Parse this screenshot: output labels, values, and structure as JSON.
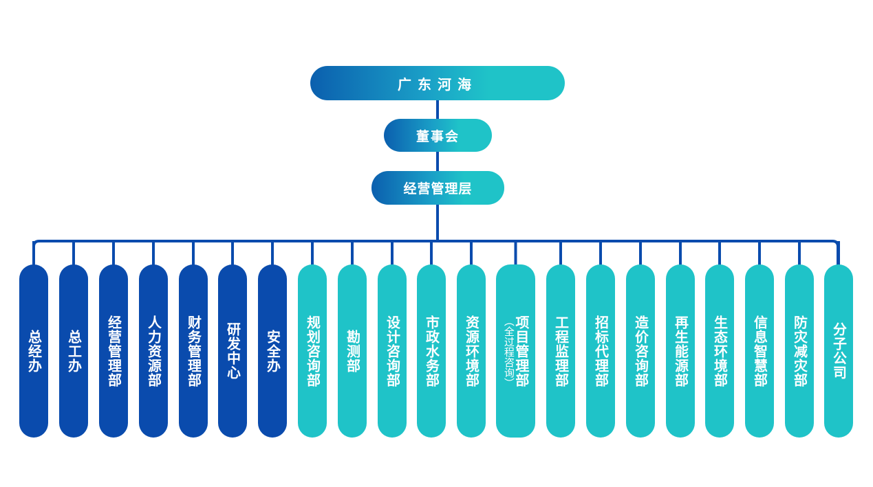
{
  "organization": {
    "company": "广东河海",
    "board": "董事会",
    "management": "经营管理层"
  },
  "departments": [
    {
      "label": "总经办",
      "group": "office"
    },
    {
      "label": "总工办",
      "group": "office"
    },
    {
      "label": "经营管理部",
      "group": "office"
    },
    {
      "label": "人力资源部",
      "group": "office"
    },
    {
      "label": "财务管理部",
      "group": "office"
    },
    {
      "label": "研发中心",
      "group": "office"
    },
    {
      "label": "安全办",
      "group": "office"
    },
    {
      "label": "规划咨询部",
      "group": "business"
    },
    {
      "label": "勘测部",
      "group": "business"
    },
    {
      "label": "设计咨询部",
      "group": "business"
    },
    {
      "label": "市政水务部",
      "group": "business"
    },
    {
      "label": "资源环境部",
      "group": "business"
    },
    {
      "label": "项目管理部",
      "sublabel": "（全过程咨询）",
      "group": "business"
    },
    {
      "label": "工程监理部",
      "group": "business"
    },
    {
      "label": "招标代理部",
      "group": "business"
    },
    {
      "label": "造价咨询部",
      "group": "business"
    },
    {
      "label": "再生能源部",
      "group": "business"
    },
    {
      "label": "生态环境部",
      "group": "business"
    },
    {
      "label": "信息智慧部",
      "group": "business"
    },
    {
      "label": "防灾减灾部",
      "group": "business"
    },
    {
      "label": "分子公司",
      "group": "business"
    }
  ],
  "colors": {
    "office": "#0a4bad",
    "business": "#1fc3c8",
    "connector": "#0a4bad"
  }
}
